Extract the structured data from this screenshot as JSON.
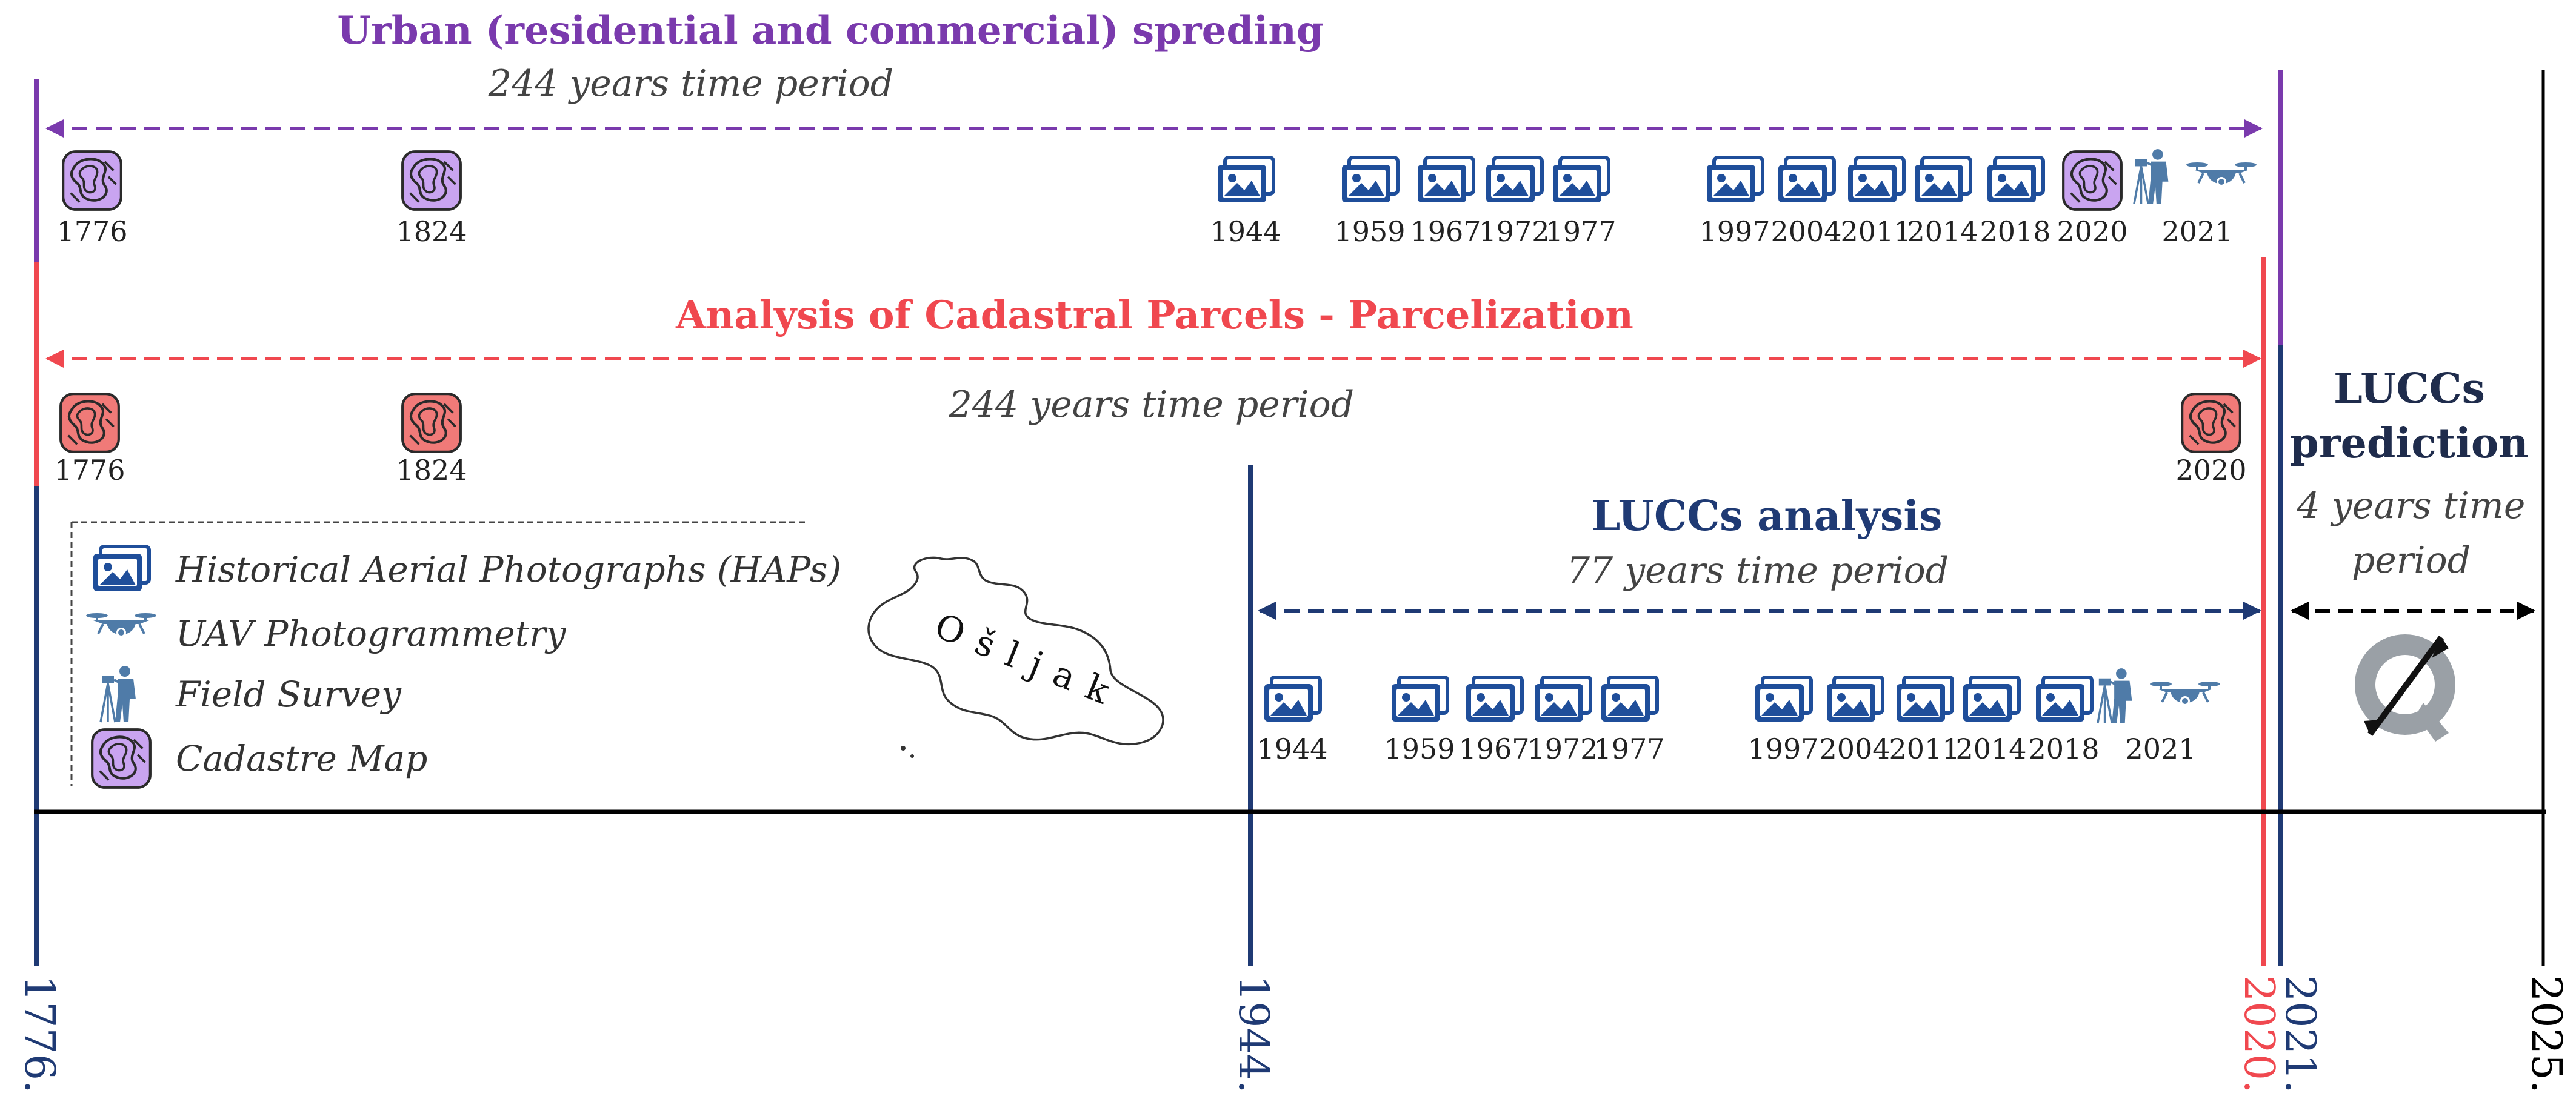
{
  "colors": {
    "purple": "#7a3aad",
    "red": "#f0484f",
    "navy": "#1f3a74",
    "black": "#000000",
    "grey": "#444444",
    "cadastre_purple": "#c9a4f0",
    "cadastre_red": "#f07a78",
    "photo_blue": "#1f4e9a",
    "survey_blue": "#4f7ba8"
  },
  "urban": {
    "title": "Urban (residential and commercial) spreding",
    "period": "244 years time period",
    "entries": [
      {
        "icon": "cadastre-map-icon",
        "year": "1776"
      },
      {
        "icon": "cadastre-map-icon",
        "year": "1824"
      },
      {
        "icon": "aerial-photo-icon",
        "year": "1944"
      },
      {
        "icon": "aerial-photo-icon",
        "year": "1959"
      },
      {
        "icon": "aerial-photo-icon",
        "year": "1967"
      },
      {
        "icon": "aerial-photo-icon",
        "year": "1972"
      },
      {
        "icon": "aerial-photo-icon",
        "year": "1977"
      },
      {
        "icon": "aerial-photo-icon",
        "year": "1997"
      },
      {
        "icon": "aerial-photo-icon",
        "year": "2004"
      },
      {
        "icon": "aerial-photo-icon",
        "year": "2011"
      },
      {
        "icon": "aerial-photo-icon",
        "year": "2014"
      },
      {
        "icon": "aerial-photo-icon",
        "year": "2018"
      },
      {
        "icon": "cadastre-map-icon",
        "year": "2020"
      },
      {
        "icon": "survey-and-uav-icon",
        "year": "2021"
      }
    ]
  },
  "cadastral": {
    "title": "Analysis of Cadastral Parcels - Parcelization",
    "period": "244 years time period",
    "entries": [
      {
        "icon": "cadastre-map-icon",
        "year": "1776"
      },
      {
        "icon": "cadastre-map-icon",
        "year": "1824"
      },
      {
        "icon": "cadastre-map-icon",
        "year": "2020"
      }
    ]
  },
  "lucc": {
    "title": "LUCCs analysis",
    "period": "77 years time period",
    "entries": [
      {
        "icon": "aerial-photo-icon",
        "year": "1944"
      },
      {
        "icon": "aerial-photo-icon",
        "year": "1959"
      },
      {
        "icon": "aerial-photo-icon",
        "year": "1967"
      },
      {
        "icon": "aerial-photo-icon",
        "year": "1972"
      },
      {
        "icon": "aerial-photo-icon",
        "year": "1977"
      },
      {
        "icon": "aerial-photo-icon",
        "year": "1997"
      },
      {
        "icon": "aerial-photo-icon",
        "year": "2004"
      },
      {
        "icon": "aerial-photo-icon",
        "year": "2011"
      },
      {
        "icon": "aerial-photo-icon",
        "year": "2014"
      },
      {
        "icon": "aerial-photo-icon",
        "year": "2018"
      },
      {
        "icon": "survey-and-uav-icon",
        "year": "2021"
      }
    ]
  },
  "prediction": {
    "title_line1": "LUCCs",
    "title_line2": "prediction",
    "period_line1": "4 years time",
    "period_line2": "period"
  },
  "legend": [
    {
      "icon": "aerial-photo-icon",
      "label": "Historical Aerial Photographs (HAPs)"
    },
    {
      "icon": "uav-drone-icon",
      "label": "UAV Photogrammetry"
    },
    {
      "icon": "field-survey-icon",
      "label": "Field Survey"
    },
    {
      "icon": "cadastre-map-icon",
      "label": "Cadastre Map"
    }
  ],
  "island_label": "Ošljak",
  "axis_years": [
    {
      "label": "1776.",
      "color": "navy"
    },
    {
      "label": "1944.",
      "color": "navy"
    },
    {
      "label": "2020.",
      "color": "red"
    },
    {
      "label": "2021.",
      "color": "navy"
    },
    {
      "label": "2025.",
      "color": "black"
    }
  ]
}
